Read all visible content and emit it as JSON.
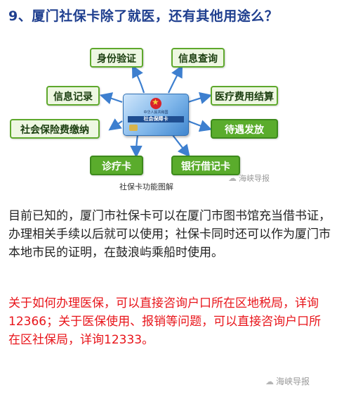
{
  "heading": "9、厦门社保卡除了就医，还有其他用途么？",
  "diagram": {
    "card": {
      "issuer": "中华人民共和国",
      "title": "社会保障卡"
    },
    "functions": [
      {
        "label": "身份验证"
      },
      {
        "label": "信息查询"
      },
      {
        "label": "信息记录"
      },
      {
        "label": "医疗费用结算"
      },
      {
        "label": "社会保险费缴纳"
      },
      {
        "label": "待遇发放"
      },
      {
        "label": "诊疗卡"
      },
      {
        "label": "银行借记卡"
      }
    ],
    "caption": "社保卡功能图解",
    "watermark": "海峡导报"
  },
  "paragraph1": "目前已知的，厦门市社保卡可以在厦门市图书馆充当借书证，办理相关手续以后就可以使用；社保卡同时还可以作为厦门市本地市民的证明，在鼓浪屿乘船时使用。",
  "paragraph2": "关于如何办理医保，可以直接咨询户口所在区地税局，详询12366；关于医保使用、报销等问题，可以直接咨询户口所在区社保局，详询12333。",
  "footer_watermark": "海峡导报",
  "colors": {
    "heading": "#1f3f8f",
    "node_border": "#5ea82c",
    "node_dark": "#5aac2c",
    "arrow": "#3d7fcf",
    "emphasis_text": "#e8141a"
  }
}
